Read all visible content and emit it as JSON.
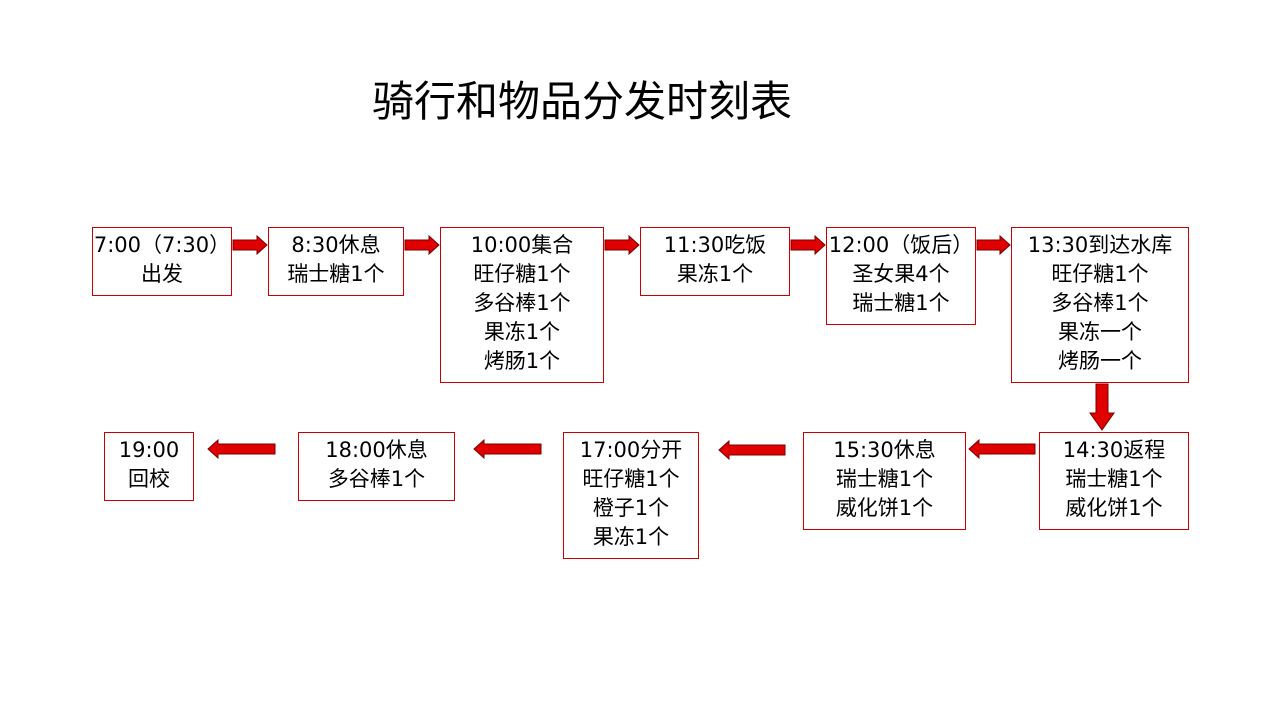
{
  "title": "骑行和物品分发时刻表",
  "colors": {
    "box_border": "#cc0000",
    "arrow_fill": "#e00000",
    "arrow_stroke": "#7a0000"
  },
  "nodes": [
    {
      "id": "n1",
      "lines": [
        "7:00（7:30）",
        "出发"
      ]
    },
    {
      "id": "n2",
      "lines": [
        "8:30休息",
        "瑞士糖1个"
      ]
    },
    {
      "id": "n3",
      "lines": [
        "10:00集合",
        "旺仔糖1个",
        "多谷棒1个",
        "果冻1个",
        "烤肠1个"
      ]
    },
    {
      "id": "n4",
      "lines": [
        "11:30吃饭",
        "果冻1个"
      ]
    },
    {
      "id": "n5",
      "lines": [
        "12:00（饭后）",
        "圣女果4个",
        "瑞士糖1个"
      ]
    },
    {
      "id": "n6",
      "lines": [
        "13:30到达水库",
        "旺仔糖1个",
        "多谷棒1个",
        "果冻一个",
        "烤肠一个"
      ]
    },
    {
      "id": "n7",
      "lines": [
        "14:30返程",
        "瑞士糖1个",
        "威化饼1个"
      ]
    },
    {
      "id": "n8",
      "lines": [
        "15:30休息",
        "瑞士糖1个",
        "威化饼1个"
      ]
    },
    {
      "id": "n9",
      "lines": [
        "17:00分开",
        "旺仔糖1个",
        "橙子1个",
        "果冻1个"
      ]
    },
    {
      "id": "n10",
      "lines": [
        "18:00休息",
        "多谷棒1个"
      ]
    },
    {
      "id": "n11",
      "lines": [
        "19:00",
        "回校"
      ]
    }
  ]
}
